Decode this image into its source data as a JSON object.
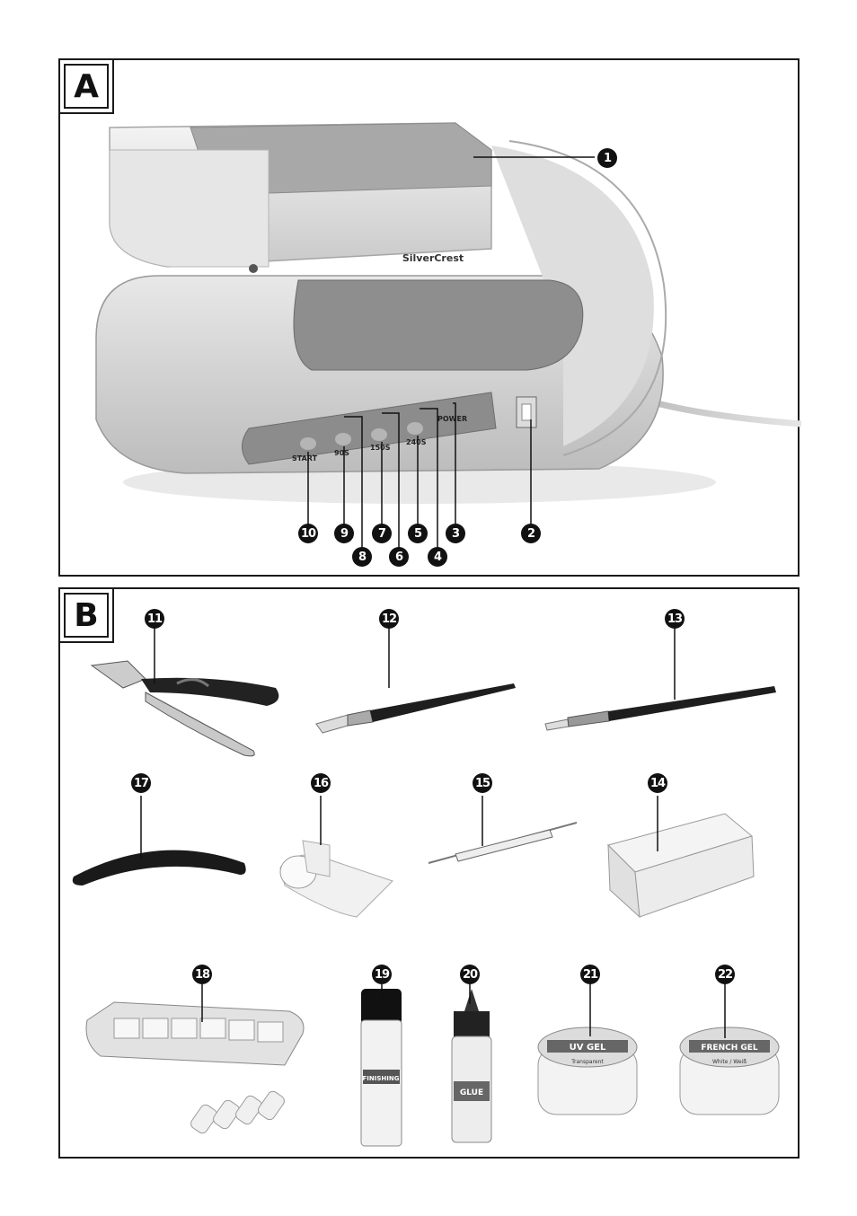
{
  "panels": {
    "a": {
      "tag": "A"
    },
    "b": {
      "tag": "B"
    }
  },
  "device": {
    "brand": "SilverCrest",
    "buttons": [
      "START",
      "90S",
      "150S",
      "240S"
    ],
    "power_label": "POWER"
  },
  "callouts_a": [
    "1",
    "2",
    "3",
    "4",
    "5",
    "6",
    "7",
    "8",
    "9",
    "10"
  ],
  "callouts_b": [
    "11",
    "12",
    "13",
    "14",
    "15",
    "16",
    "17",
    "18",
    "19",
    "20",
    "21",
    "22"
  ],
  "products": {
    "finishing": "FINISHING",
    "glue": "GLUE",
    "uvgel": "UV GEL",
    "uvgel_sub": "Transparent",
    "french": "FRENCH GEL",
    "french_sub": "White / Weiß"
  }
}
